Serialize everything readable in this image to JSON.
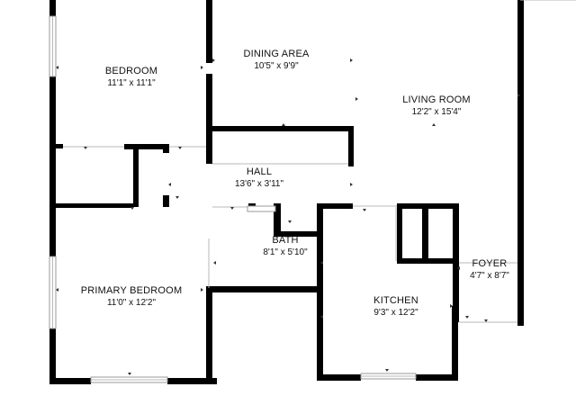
{
  "colors": {
    "wall": "#000000",
    "background": "#ffffff",
    "window_frame": "#9a9a9a",
    "text": "#111111"
  },
  "rooms": {
    "bedroom": {
      "name": "BEDROOM",
      "dims": "11'1\" x 11'1\""
    },
    "dining": {
      "name": "DINING AREA",
      "dims": "10'5\" x 9'9\""
    },
    "living": {
      "name": "LIVING ROOM",
      "dims": "12'2\" x 15'4\""
    },
    "hall": {
      "name": "HALL",
      "dims": "13'6\" x 3'11\""
    },
    "bath": {
      "name": "BATH",
      "dims": "8'1\" x 5'10\""
    },
    "foyer": {
      "name": "FOYER",
      "dims": "4'7\" x 8'7\""
    },
    "primary": {
      "name": "PRIMARY BEDROOM",
      "dims": "11'0\" x 12'2\""
    },
    "kitchen": {
      "name": "KITCHEN",
      "dims": "9'3\" x 12'2\""
    }
  }
}
